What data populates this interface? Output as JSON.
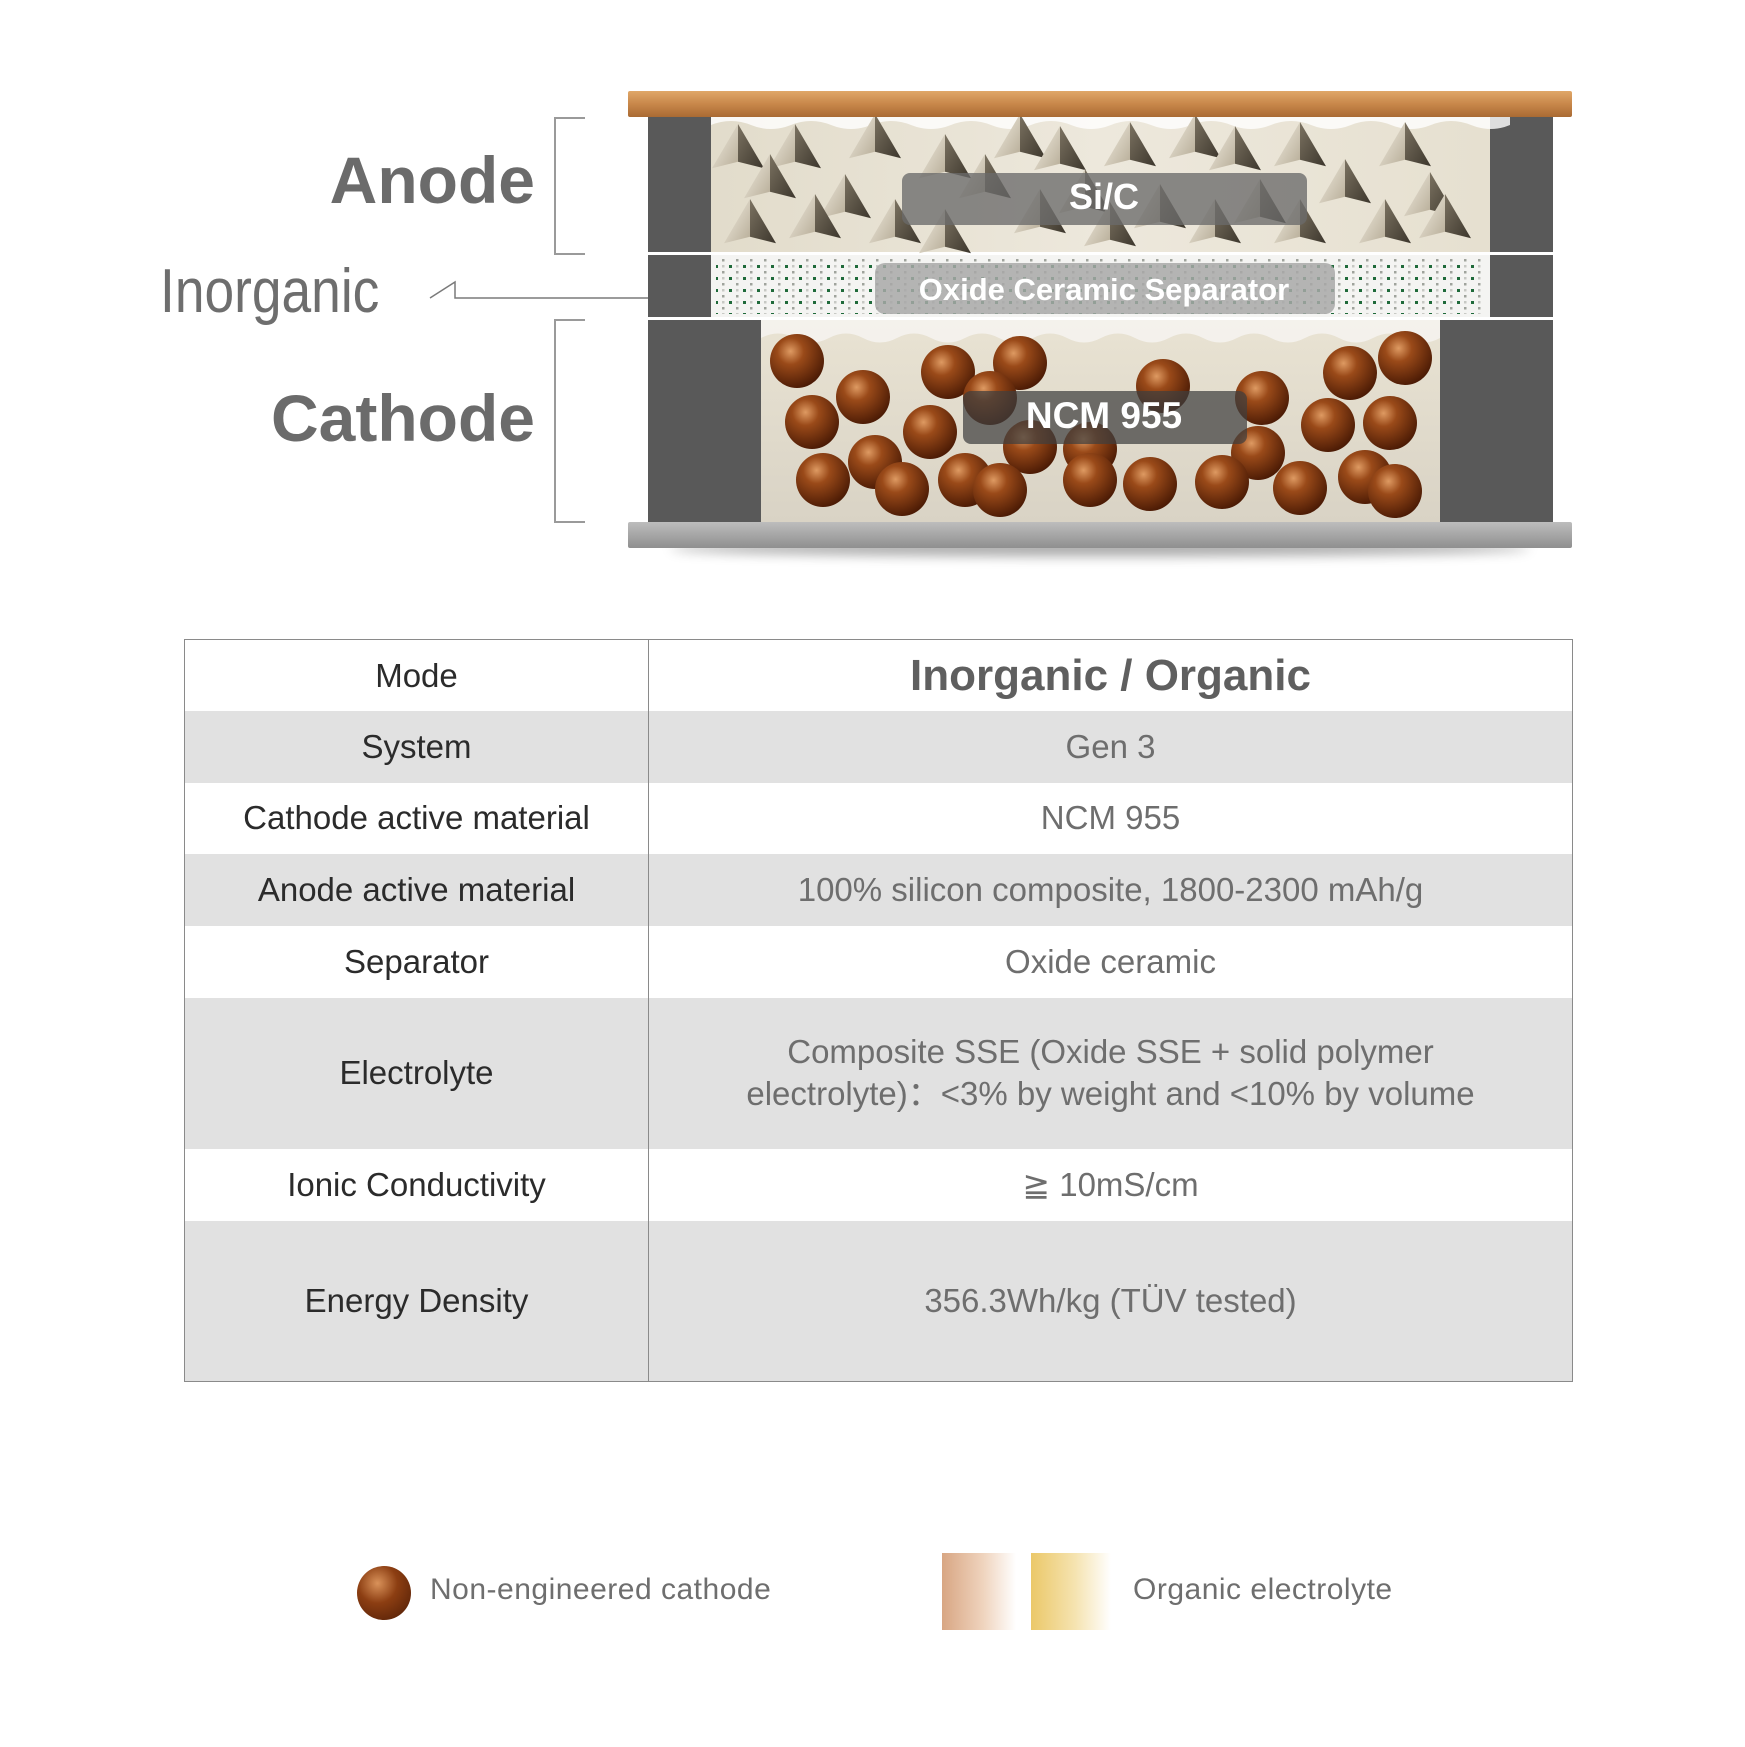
{
  "diagram": {
    "labels": {
      "anode": "Anode",
      "inorganic": "Inorganic",
      "cathode": "Cathode"
    },
    "layers": {
      "anode_material": "Si/C",
      "separator": "Oxide Ceramic Separator",
      "cathode_material": "NCM 955"
    },
    "colors": {
      "current_collector_top": "#c8874a",
      "current_collector_bottom": "#9a9a9a",
      "casing": "#595959",
      "anode_fill": "#e9e4d6",
      "cathode_fill": "#ddd7c9",
      "cathode_particle": "#7a3510",
      "separator_dot": "#1f6a3a"
    }
  },
  "table": {
    "header": {
      "label": "Mode",
      "value": "Inorganic / Organic"
    },
    "rows": [
      {
        "label": "System",
        "value": "Gen 3"
      },
      {
        "label": "Cathode active material",
        "value": "NCM 955"
      },
      {
        "label": "Anode active material",
        "value": "100% silicon composite, 1800-2300 mAh/g"
      },
      {
        "label": "Separator",
        "value": "Oxide ceramic"
      },
      {
        "label": "Electrolyte",
        "value_line1": "Composite SSE (Oxide SSE + solid polymer",
        "value_line2": "electrolyte)：<3% by weight and <10% by volume"
      },
      {
        "label": "Ionic Conductivity",
        "value": "≧ 10mS/cm"
      },
      {
        "label": "Energy Density",
        "value": "356.3Wh/kg (TÜV tested)"
      }
    ]
  },
  "legend": {
    "cathode": "Non-engineered cathode",
    "organic": "Organic electrolyte"
  }
}
